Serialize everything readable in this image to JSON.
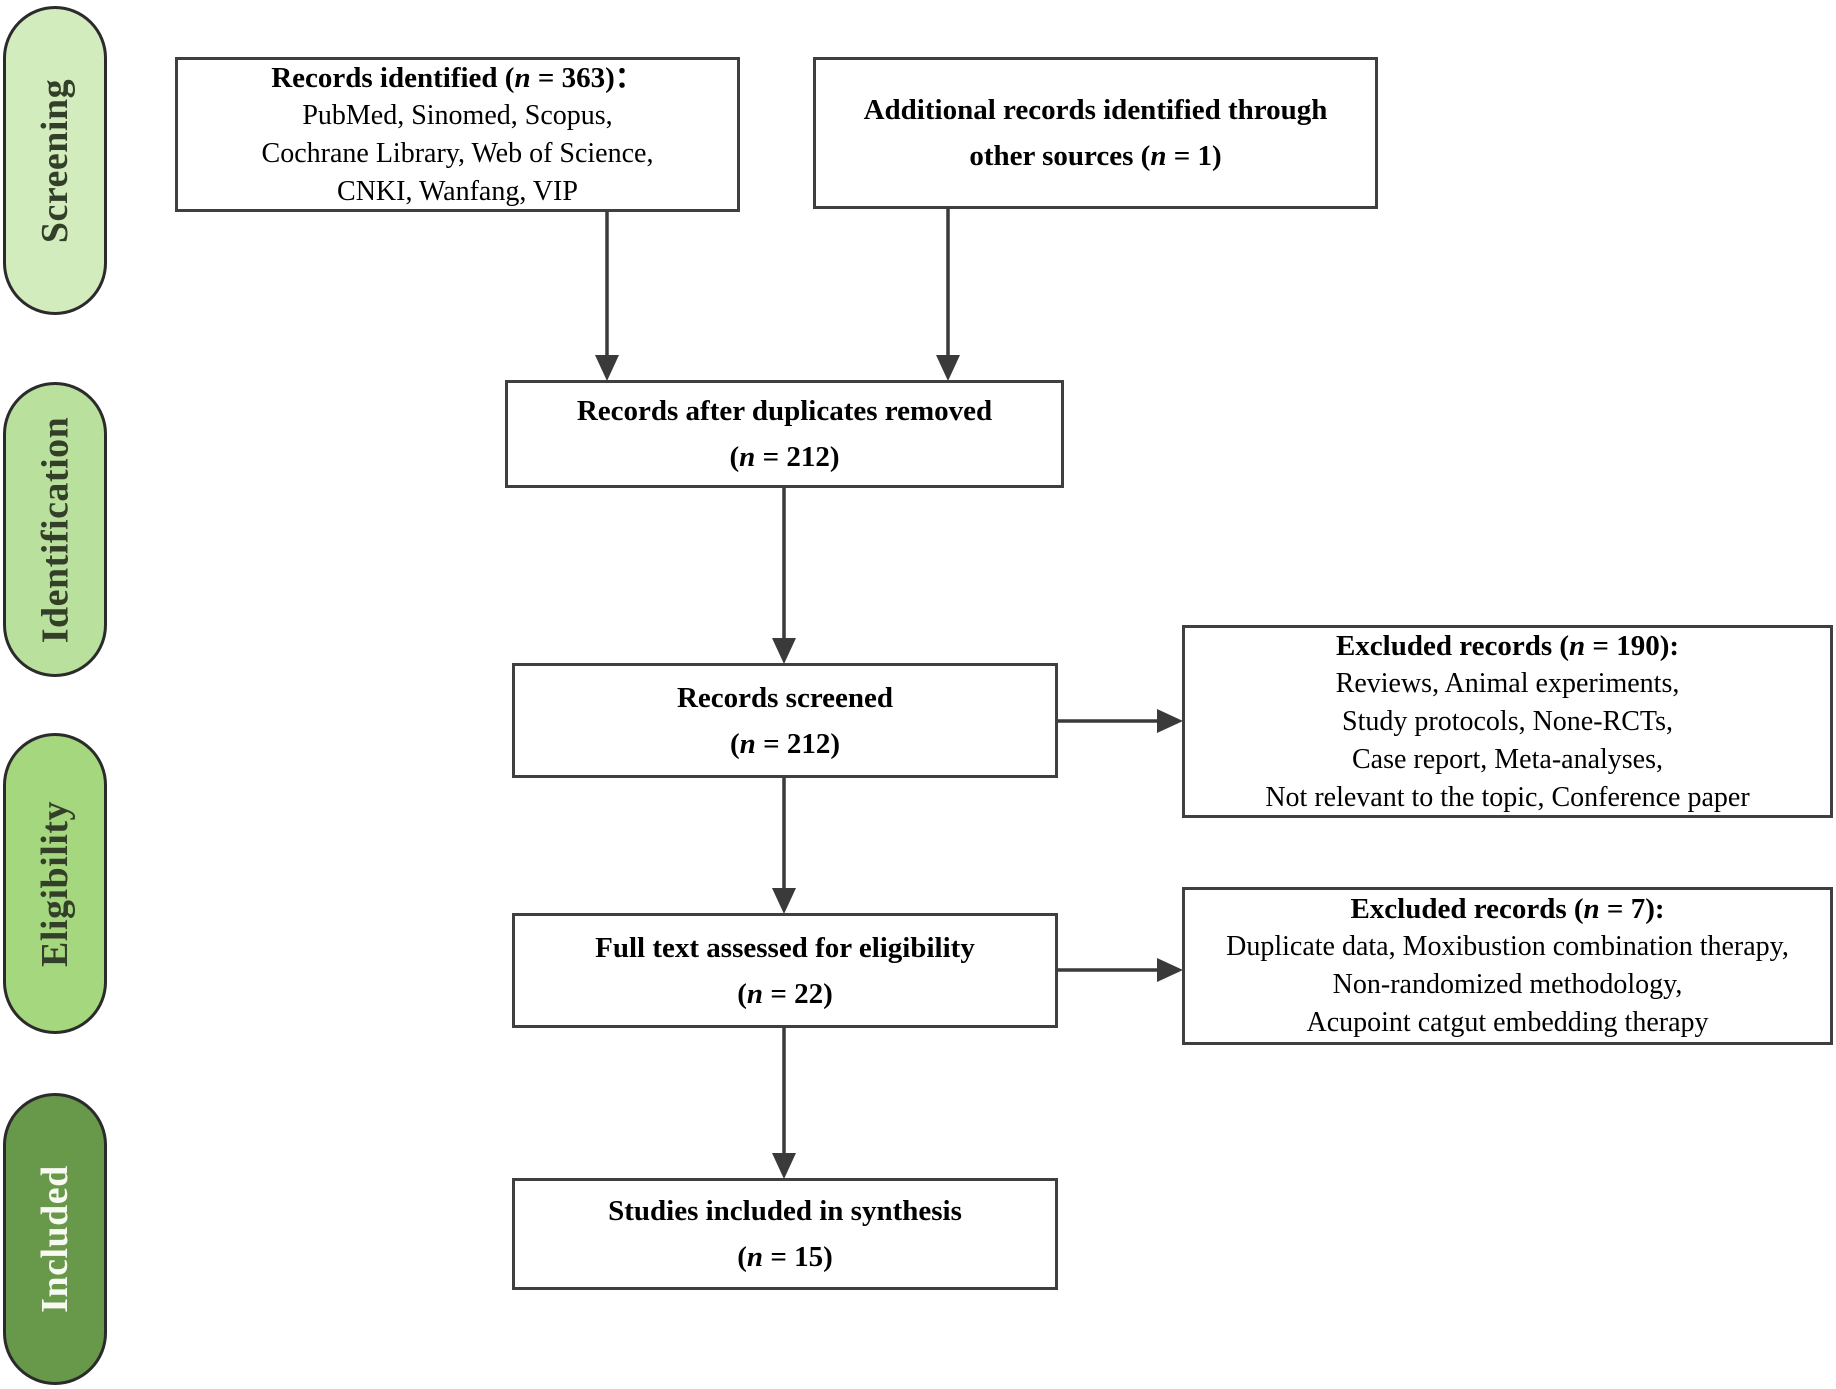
{
  "figure": {
    "kind": "PRISMA flow diagram",
    "background": "#ffffff"
  },
  "stages": [
    {
      "id": "screening",
      "label": "Screening",
      "fill": "#d3ecbe",
      "text_color": "#333f29"
    },
    {
      "id": "identification",
      "label": "Identification",
      "fill": "#b9e09c",
      "text_color": "#333f29"
    },
    {
      "id": "eligibility",
      "label": "Eligibility",
      "fill": "#a5d87e",
      "text_color": "#333f29"
    },
    {
      "id": "included",
      "label": "Included",
      "fill": "#68984a",
      "text_color": "#f7f9f2"
    }
  ],
  "boxes": [
    {
      "id": "records-identified",
      "title_lines": [
        "Records identified (*n* = 363)："
      ],
      "body_lines": [
        "PubMed, Sinomed, Scopus,",
        "Cochrane Library, Web of Science,",
        "CNKI, Wanfang, VIP"
      ]
    },
    {
      "id": "additional-records",
      "title_lines": [
        "Additional records identified through",
        "other sources (*n* = 1)"
      ],
      "body_lines": []
    },
    {
      "id": "duplicates-removed",
      "title_lines": [
        "Records after duplicates removed",
        "(*n* = 212)"
      ],
      "body_lines": []
    },
    {
      "id": "records-screened",
      "title_lines": [
        "Records screened",
        "(*n* = 212)"
      ],
      "body_lines": []
    },
    {
      "id": "full-text-assessed",
      "title_lines": [
        "Full text assessed for eligibility",
        "(*n* = 22)"
      ],
      "body_lines": []
    },
    {
      "id": "studies-included",
      "title_lines": [
        "Studies included in synthesis",
        "(*n* = 15)"
      ],
      "body_lines": []
    },
    {
      "id": "excluded-records-190",
      "title_lines": [
        "Excluded records (*n* = 190):"
      ],
      "body_lines": [
        "Reviews, Animal experiments,",
        "Study protocols, None-RCTs,",
        "Case report, Meta-analyses,",
        "Not relevant to the topic, Conference paper"
      ]
    },
    {
      "id": "excluded-records-7",
      "title_lines": [
        "Excluded records (*n* = 7):"
      ],
      "body_lines": [
        "Duplicate data, Moxibustion combination therapy,",
        "Non-randomized methodology,",
        "Acupoint catgut embedding therapy"
      ]
    }
  ],
  "colors": {
    "box_border": "#3f3f3f",
    "pill_border": "#2b2b2b",
    "arrow": "#3a3a3a"
  }
}
